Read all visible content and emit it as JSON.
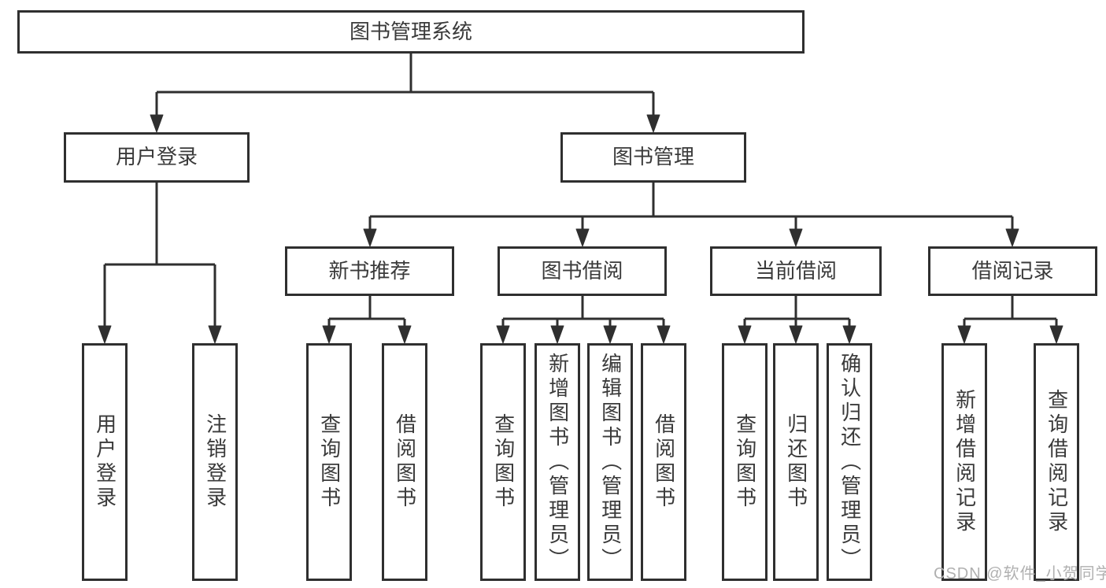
{
  "diagram": {
    "type": "tree",
    "title": "图书管理系统",
    "tree": {
      "label": "图书管理系统",
      "children": [
        {
          "label": "用户登录",
          "children": [
            {
              "label": "用户登录"
            },
            {
              "label": "注销登录"
            }
          ]
        },
        {
          "label": "图书管理",
          "children": [
            {
              "label": "新书推荐",
              "children": [
                {
                  "label": "查询图书"
                },
                {
                  "label": "借阅图书"
                }
              ]
            },
            {
              "label": "图书借阅",
              "children": [
                {
                  "label": "查询图书"
                },
                {
                  "label": "新增图书（管理员）"
                },
                {
                  "label": "编辑图书（管理员）"
                },
                {
                  "label": "借阅图书"
                }
              ]
            },
            {
              "label": "当前借阅",
              "children": [
                {
                  "label": "查询图书"
                },
                {
                  "label": "归还图书"
                },
                {
                  "label": "确认归还（管理员）"
                }
              ]
            },
            {
              "label": "借阅记录",
              "children": [
                {
                  "label": "新增借阅记录"
                },
                {
                  "label": "查询借阅记录"
                }
              ]
            }
          ]
        }
      ]
    }
  },
  "watermark": {
    "text": "CSDN @软件_小贺同学"
  },
  "colors": {
    "line": "#2f2f2f",
    "border": "#2f2f2f",
    "text": "#3a3a3a",
    "watermark": "#b0b0b0",
    "background": "#ffffff"
  }
}
